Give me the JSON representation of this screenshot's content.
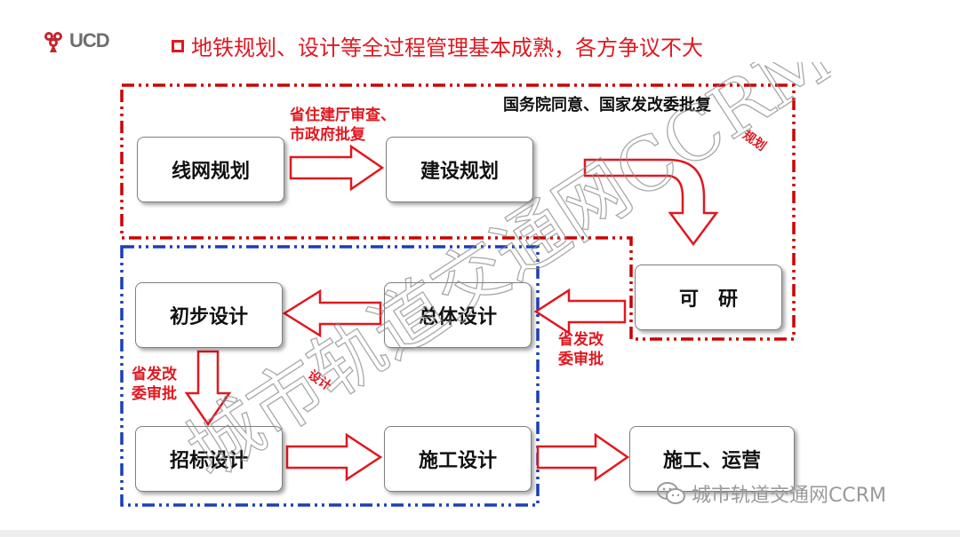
{
  "header": {
    "logo_text": "UCD",
    "title": "地铁规划、设计等全过程管理基本成熟，各方争议不大",
    "accent_color": "#e01820"
  },
  "diagram": {
    "nodes": {
      "line_network_planning": "线网规划",
      "construction_planning": "建设规划",
      "feasibility_study": "可　研",
      "overall_design": "总体设计",
      "preliminary_design": "初步设计",
      "tender_design": "招标设计",
      "construction_design": "施工设计",
      "construction_operation": "施工、运营"
    },
    "edge_labels": {
      "provincial_housing_approval_line1": "省住建厅审查、",
      "provincial_housing_approval_line2": "市政府批复",
      "state_council_approval": "国务院同意、国家发改委批复",
      "provincial_ndrc_right_line1": "省发改",
      "provincial_ndrc_right_line2": "委审批",
      "provincial_ndrc_left_line1": "省发改",
      "provincial_ndrc_left_line2": "委审批"
    },
    "groups": {
      "planning_tag": "规划",
      "design_tag": "设计",
      "planning_border_color": "#cc0000",
      "design_border_color": "#1a3fb8"
    }
  },
  "watermark": {
    "large_text": "城市轨道交通网CCRM",
    "footer_text": "城市轨道交通网CCRM",
    "icon": "wechat-icon"
  }
}
